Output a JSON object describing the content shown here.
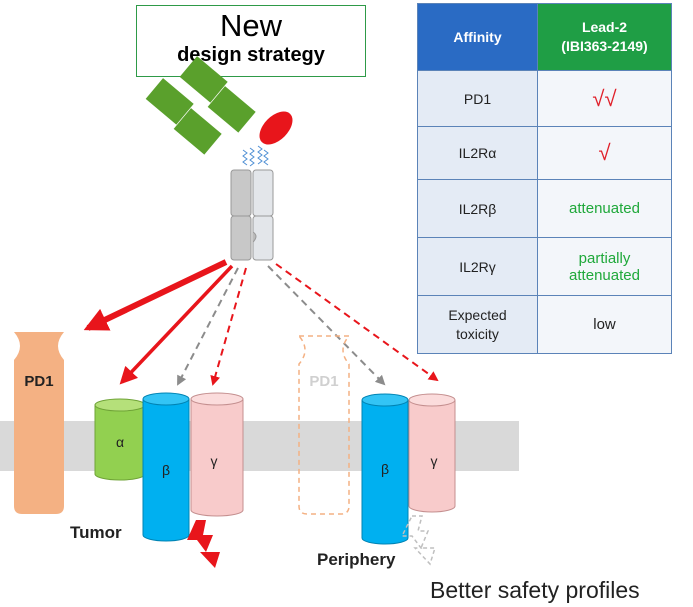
{
  "title": {
    "line1": "New",
    "line2": "design strategy"
  },
  "table": {
    "headers": {
      "affinity": "Affinity",
      "lead_line1": "Lead-2",
      "lead_line2": "(IBI363-2149)"
    },
    "rows": [
      {
        "label": "PD1",
        "value": "√√",
        "style": "red-check"
      },
      {
        "label": "IL2Rα",
        "value": "√",
        "style": "red-check"
      },
      {
        "label": "IL2Rβ",
        "value": "attenuated",
        "style": "green"
      },
      {
        "label_lines": [
          "IL2Rγ"
        ],
        "value_line1": "partially",
        "value_line2": "attenuated",
        "style": "green"
      },
      {
        "label_line1": "Expected",
        "label_line2": "toxicity",
        "value": "low",
        "style": "dark"
      }
    ]
  },
  "diagram": {
    "tumor_label": "Tumor",
    "periphery_label": "Periphery",
    "pd1_label": "PD1",
    "pd1_faded_label": "PD1",
    "alpha": "α",
    "beta": "β",
    "gamma": "γ",
    "beta_periphery": "β",
    "gamma_periphery": "γ",
    "footer": "Better safety profiles"
  },
  "colors": {
    "antibody_green": "#5aa02c",
    "pd1_orange": "#f4b183",
    "alpha_green": "#92d050",
    "beta_blue": "#00b0f0",
    "gamma_pink": "#f8cbcb",
    "arrow_red": "#e8151b",
    "arrow_gray": "#a6a6a6",
    "membrane_gray": "#d9d9d9"
  }
}
